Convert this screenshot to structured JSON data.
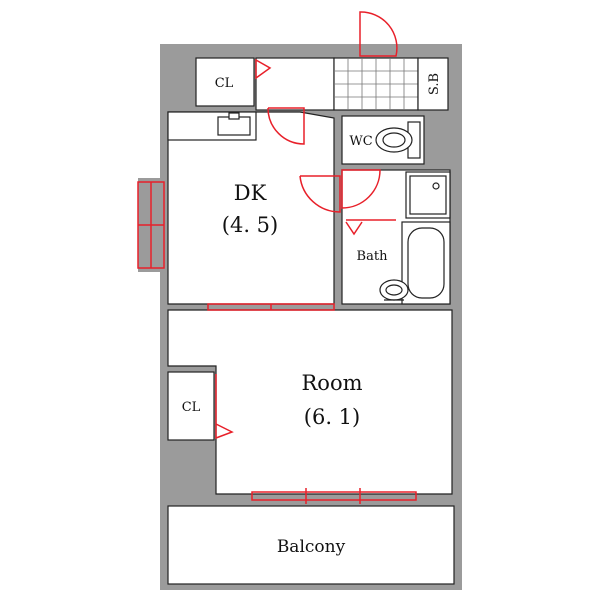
{
  "rooms": {
    "dk": {
      "name": "DK",
      "size": "(4. 5)"
    },
    "room": {
      "name": "Room",
      "size": "(6. 1)"
    },
    "closet_top": "CL",
    "closet_room": "CL",
    "wc": "WC",
    "bath": "Bath",
    "shoe_box": "S.B",
    "balcony": "Balcony"
  },
  "colors": {
    "wall": "#9b9b9b",
    "door_window": "#e8202a",
    "line": "#222222"
  }
}
